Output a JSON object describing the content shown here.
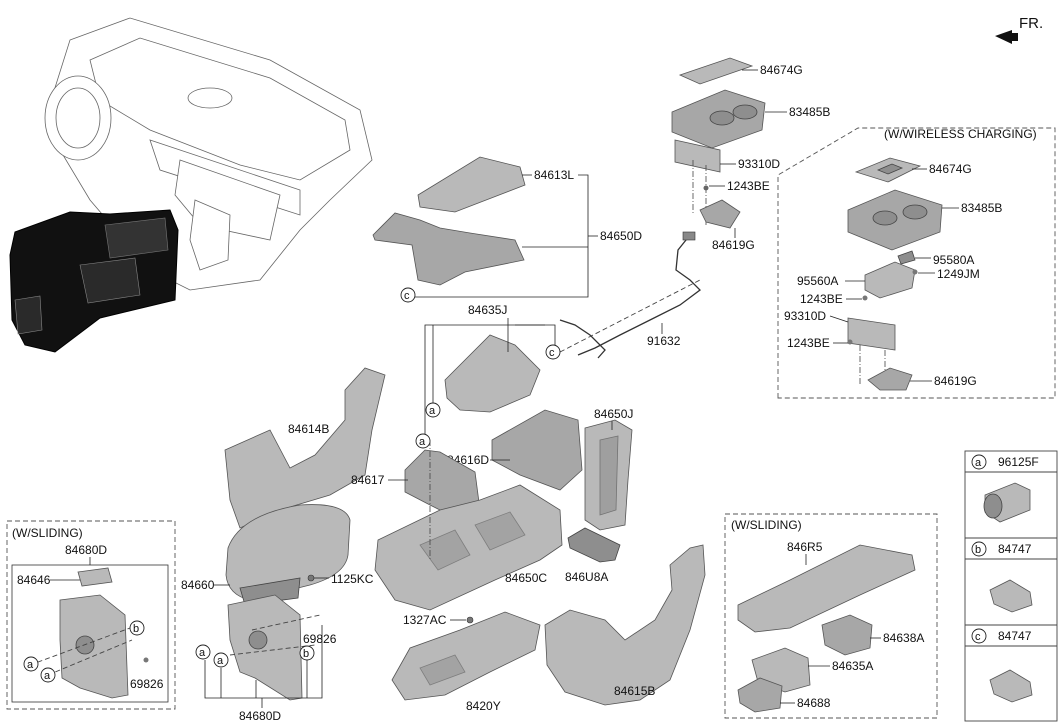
{
  "direction": {
    "label": "FR."
  },
  "sections": {
    "wireless": "(W/WIRELESS CHARGING)",
    "sliding_left": "(W/SLIDING)",
    "sliding_right": "(W/SLIDING)"
  },
  "parts": {
    "p84674G": "84674G",
    "p83485B": "83485B",
    "p93310D": "93310D",
    "p1243BE": "1243BE",
    "p84619G": "84619G",
    "p84613L": "84613L",
    "p84650D": "84650D",
    "p91632": "91632",
    "p84635J": "84635J",
    "p84614B": "84614B",
    "p84650J": "84650J",
    "p84616D": "84616D",
    "p84617": "84617",
    "p84650C": "84650C",
    "p846U8A": "846U8A",
    "p84660": "84660",
    "p1125KC": "1125KC",
    "p1327AC": "1327AC",
    "p8420Y": "8420Y",
    "p84615B": "84615B",
    "p69826": "69826",
    "p84680D": "84680D",
    "p84646": "84646",
    "p846R5": "846R5",
    "p84638A": "84638A",
    "p84635A": "84635A",
    "p84688": "84688",
    "p95580A": "95580A",
    "p95560A": "95560A",
    "p1249JM": "1249JM",
    "p96125F": "96125F",
    "p84747": "84747"
  },
  "callouts": {
    "a": "a",
    "b": "b",
    "c": "c"
  },
  "legend": [
    {
      "letter": "a",
      "part": "96125F"
    },
    {
      "letter": "b",
      "part": "84747"
    },
    {
      "letter": "c",
      "part": "84747"
    }
  ]
}
